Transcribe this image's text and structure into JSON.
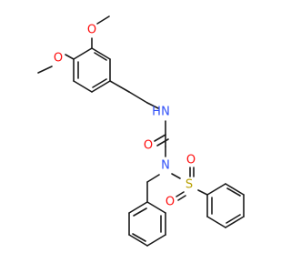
{
  "molecule": {
    "atoms": {
      "o_methoxy_top": "O",
      "o_methoxy_left": "O",
      "n_amide": "N",
      "h_amide": "H",
      "o_carbonyl": "O",
      "n_sulfonamide": "N",
      "s_sulfonyl": "S",
      "o_sulfonyl_left": "O",
      "o_sulfonyl_right": "O"
    },
    "colors": {
      "bond": "#1a1a1a",
      "oxygen": "#ff0d0d",
      "nitrogen": "#3050f8",
      "sulfur": "#b8a000"
    }
  }
}
